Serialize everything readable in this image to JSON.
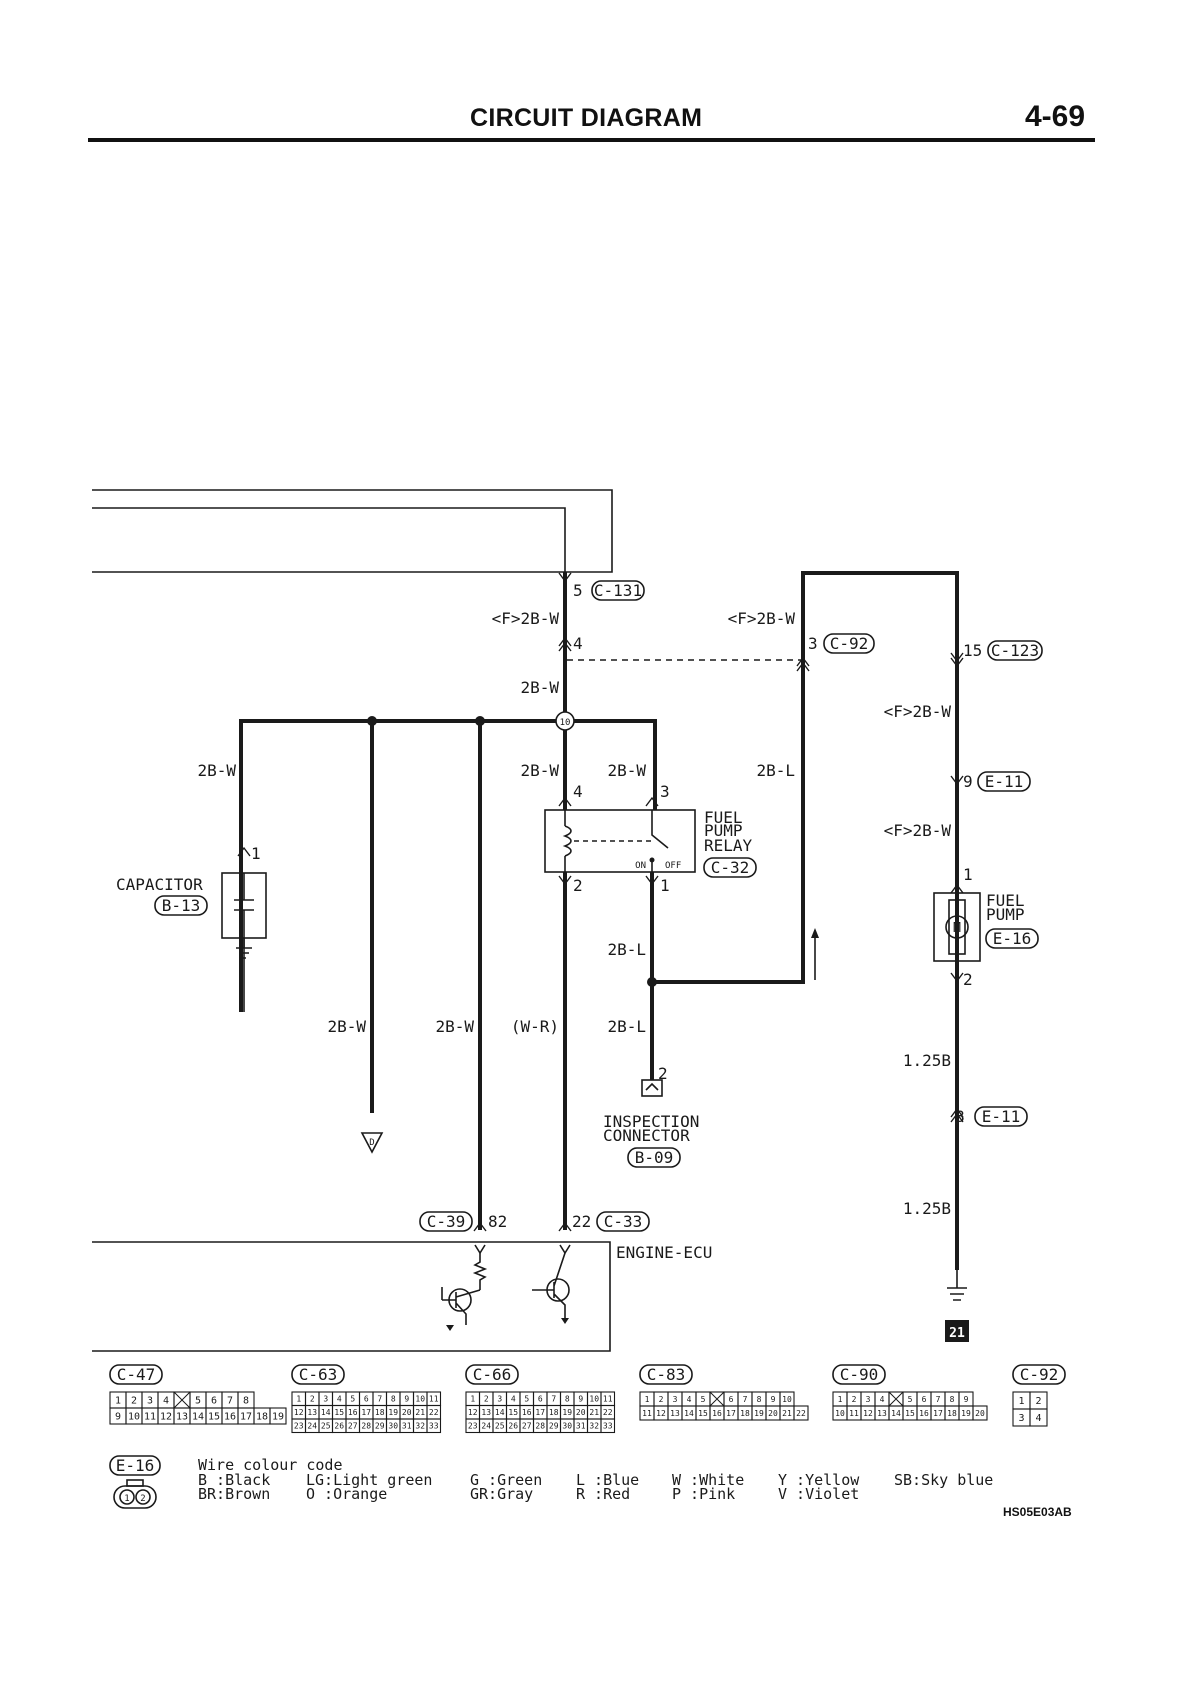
{
  "header": {
    "title": "CIRCUIT DIAGRAM",
    "page_number": "4-69"
  },
  "reference_code": "HS05E03AB",
  "wire_labels": {
    "c131_left": "<F>2B-W",
    "relay_feed_top": "<F>2B-W",
    "c123_down": "<F>2B-W",
    "e11_down": "<F>2B-W",
    "splice_up": "2B-W",
    "capacitor_feed": "2B-W",
    "relay_pin4": "2B-W",
    "relay_pin3": "2B-W",
    "relay_return": "2B-L",
    "relay_out": "2B-L",
    "ground_d": "2B-W",
    "ecu_82": "2B-W",
    "ecu_22": "(W-R)",
    "inspection": "2B-L",
    "pump_ground_1": "1.25B",
    "pump_ground_2": "1.25B"
  },
  "pins": {
    "c131": "5",
    "c131_lower": "4",
    "c92": "3",
    "c123": "15",
    "e11_top": "9",
    "pump_1": "1",
    "pump_2": "2",
    "relay_4": "4",
    "relay_3": "3",
    "relay_2": "2",
    "relay_1": "1",
    "cap_1": "1",
    "insp_2": "2",
    "e11_lower": "8",
    "ecu_82": "82",
    "ecu_22": "22",
    "splice": "10"
  },
  "connectors": {
    "c131": "C-131",
    "c92": "C-92",
    "c123": "C-123",
    "e11_top": "E-11",
    "c32": "C-32",
    "e16": "E-16",
    "b13": "B-13",
    "b09": "B-09",
    "e11_lower": "E-11",
    "c39": "C-39",
    "c33": "C-33"
  },
  "components": {
    "fuel_pump_relay": [
      "FUEL",
      "PUMP",
      "RELAY"
    ],
    "relay_on": "ON",
    "relay_off": "OFF",
    "fuel_pump": [
      "FUEL",
      "PUMP"
    ],
    "fuel_pump_motor": "M",
    "capacitor": "CAPACITOR",
    "inspection_connector": [
      "INSPECTION",
      "CONNECTOR"
    ],
    "engine_ecu": "ENGINE-ECU",
    "ground_d": "D",
    "ground_ref": "21"
  },
  "connector_views": [
    {
      "id": "C-47",
      "rows": [
        [
          "1",
          "2",
          "3",
          "4",
          "",
          "5",
          "6",
          "7",
          "8"
        ],
        [
          "9",
          "10",
          "11",
          "12",
          "13",
          "14",
          "15",
          "16",
          "17",
          "18",
          "19"
        ]
      ]
    },
    {
      "id": "C-63",
      "rows": [
        [
          "1",
          "2",
          "3",
          "4",
          "5",
          "6",
          "7",
          "8",
          "9",
          "10",
          "11"
        ],
        [
          "12",
          "13",
          "14",
          "15",
          "16",
          "17",
          "18",
          "19",
          "20",
          "21",
          "22"
        ],
        [
          "23",
          "24",
          "25",
          "26",
          "27",
          "28",
          "29",
          "30",
          "31",
          "32",
          "33"
        ]
      ]
    },
    {
      "id": "C-66",
      "rows": [
        [
          "1",
          "2",
          "3",
          "4",
          "5",
          "6",
          "7",
          "8",
          "9",
          "10",
          "11"
        ],
        [
          "12",
          "13",
          "14",
          "15",
          "16",
          "17",
          "18",
          "19",
          "20",
          "21",
          "22"
        ],
        [
          "23",
          "24",
          "25",
          "26",
          "27",
          "28",
          "29",
          "30",
          "31",
          "32",
          "33"
        ]
      ]
    },
    {
      "id": "C-83",
      "rows": [
        [
          "1",
          "2",
          "3",
          "4",
          "5",
          "",
          "6",
          "7",
          "8",
          "9",
          "10"
        ],
        [
          "11",
          "12",
          "13",
          "14",
          "15",
          "16",
          "17",
          "18",
          "19",
          "20",
          "21",
          "22"
        ]
      ]
    },
    {
      "id": "C-90",
      "rows": [
        [
          "1",
          "2",
          "3",
          "4",
          "",
          "5",
          "6",
          "7",
          "8",
          "9"
        ],
        [
          "10",
          "11",
          "12",
          "13",
          "14",
          "15",
          "16",
          "17",
          "18",
          "19",
          "20"
        ]
      ]
    },
    {
      "id": "C-92",
      "rows": [
        [
          "1",
          "2"
        ],
        [
          "3",
          "4"
        ]
      ]
    }
  ],
  "e16_view": {
    "id": "E-16",
    "pins": [
      "1",
      "2"
    ]
  },
  "wire_colour_code": {
    "title": "Wire colour code",
    "codes": [
      [
        "B :Black",
        "BR:Brown"
      ],
      [
        "LG:Light green",
        "O :Orange"
      ],
      [
        "G :Green",
        "GR:Gray"
      ],
      [
        "L :Blue",
        "R :Red"
      ],
      [
        "W :White",
        "P :Pink"
      ],
      [
        "Y :Yellow",
        "V :Violet"
      ],
      [
        "SB:Sky blue"
      ]
    ]
  }
}
